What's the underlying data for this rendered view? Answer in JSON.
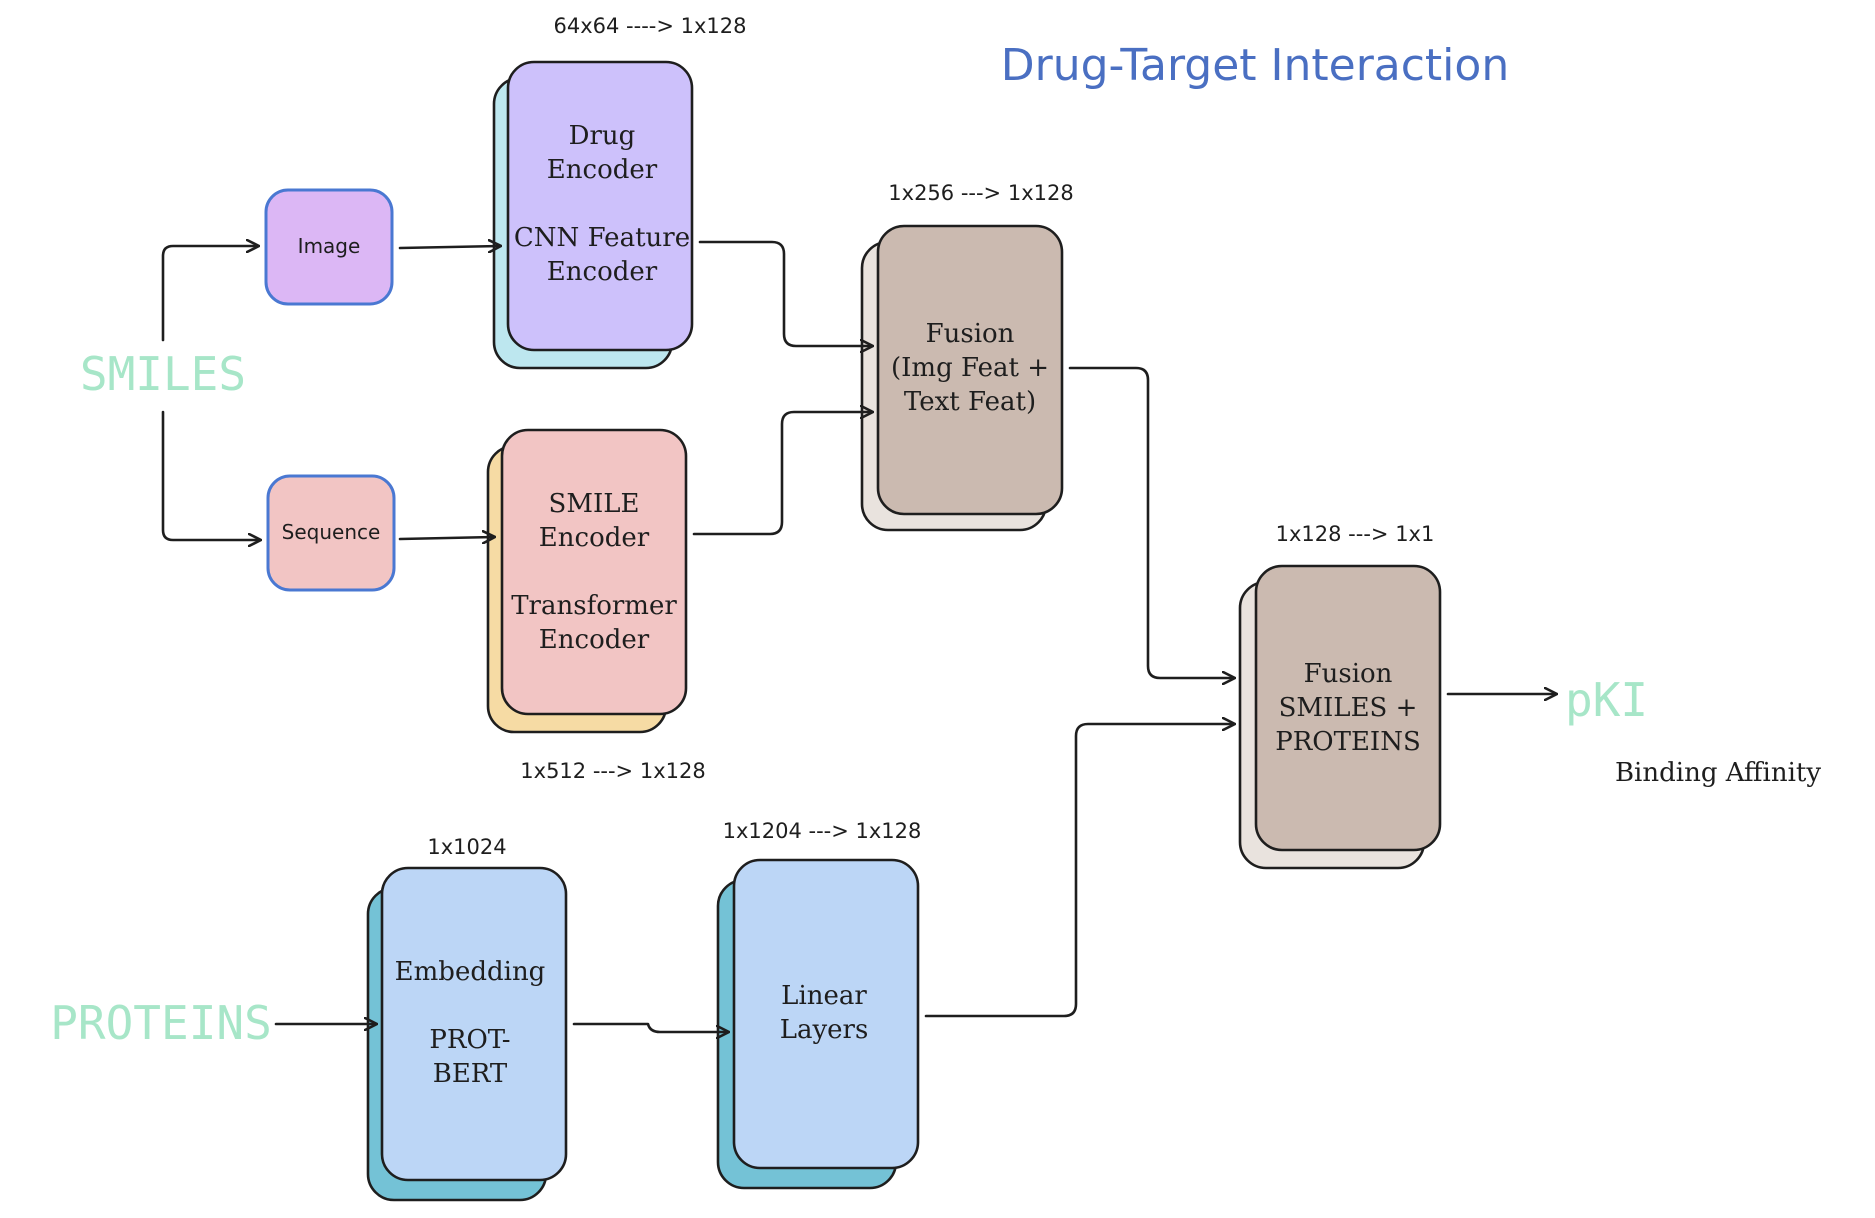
{
  "title": "Drug-Target Interaction",
  "colors": {
    "title": "#4a6fc2",
    "input_label": "#a7e6c8",
    "drug_front": "#cdc1fb",
    "drug_back": "#bde7ef",
    "image_box": "#dcb7f5",
    "sequence_box": "#f2c5c4",
    "small_box_border": "#4a78d2",
    "smile_front": "#f2c5c4",
    "smile_back": "#f6dba4",
    "fusion_front": "#cbbab0",
    "fusion_back": "#e9e3de",
    "protein_front": "#bcd6f6",
    "protein_back": "#74c2d6",
    "outline": "#1e1e1e"
  },
  "inputs": {
    "smiles": "SMILES",
    "proteins": "PROTEINS",
    "output": "pKI"
  },
  "small_boxes": {
    "image": "Image",
    "sequence": "Sequence"
  },
  "blocks": {
    "drug_encoder": [
      "Drug",
      "Encoder",
      "",
      "CNN Feature",
      "Encoder"
    ],
    "smile_encoder": [
      "SMILE",
      "Encoder",
      "",
      "Transformer",
      "Encoder"
    ],
    "fusion_1": [
      "Fusion",
      "(Img Feat +",
      "Text Feat)"
    ],
    "fusion_2": [
      "Fusion",
      "SMILES +",
      "PROTEINS"
    ],
    "embedding": [
      "Embedding",
      "",
      "PROT-",
      "BERT"
    ],
    "linear": [
      "Linear",
      "Layers"
    ]
  },
  "dimensions": {
    "drug_encoder": "64x64 ----> 1x128",
    "fusion_1": "1x256 ---> 1x128",
    "smile_encoder": "1x512 ---> 1x128",
    "fusion_2": "1x128 ---> 1x1",
    "embedding": "1x1024",
    "linear": "1x1204 ---> 1x128"
  },
  "output_caption": "Binding Affinity"
}
